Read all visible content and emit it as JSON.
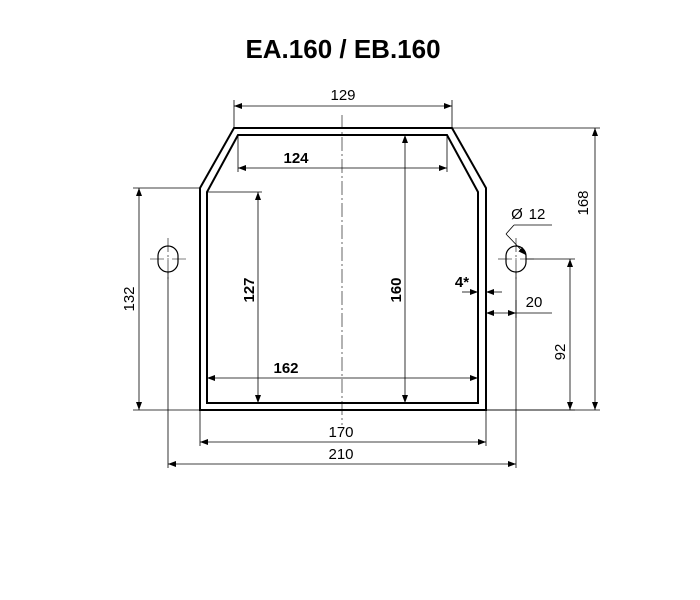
{
  "title": "EA.160 / EB.160",
  "dimensions": {
    "top_outer_width": "129",
    "top_inner_width": "124",
    "inner_width": "162",
    "outer_width": "170",
    "overall_width": "210",
    "inner_height_left": "127",
    "inner_height_center": "160",
    "side_height": "132",
    "overall_height": "168",
    "hole_height": "92",
    "hole_diameter": "12",
    "wall_thickness": "4*",
    "hole_offset": "20"
  },
  "symbols": {
    "diameter": "Ø"
  }
}
